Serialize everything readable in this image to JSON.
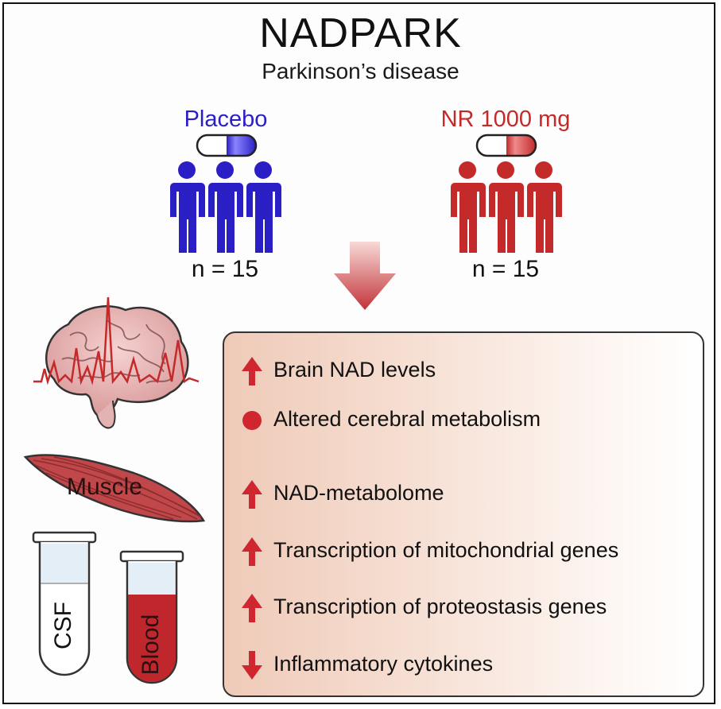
{
  "header": {
    "title": "NADPARK",
    "subtitle": "Parkinson’s disease"
  },
  "groups": [
    {
      "label": "Placebo",
      "n": "n = 15",
      "color": "#2a1fc4"
    },
    {
      "label": "NR 1000 mg",
      "n": "n = 15",
      "color": "#c42a2a"
    }
  ],
  "tissues": {
    "muscle_label": "Muscle",
    "csf_label": "CSF",
    "blood_label": "Blood"
  },
  "results": [
    {
      "icon": "up-arrow-icon",
      "text": "Brain NAD levels"
    },
    {
      "icon": "dot-icon",
      "text": "Altered cerebral metabolism"
    },
    {
      "icon": "up-arrow-icon",
      "text": "NAD-metabolome"
    },
    {
      "icon": "up-arrow-icon",
      "text": "Transcription of mitochondrial genes"
    },
    {
      "icon": "up-arrow-icon",
      "text": "Transcription of proteostasis genes"
    },
    {
      "icon": "down-arrow-icon",
      "text": "Inflammatory cytokines"
    }
  ],
  "colors": {
    "placebo_blue": "#2a1fc4",
    "nr_red": "#c42a2a",
    "icon_red": "#cf2630"
  }
}
